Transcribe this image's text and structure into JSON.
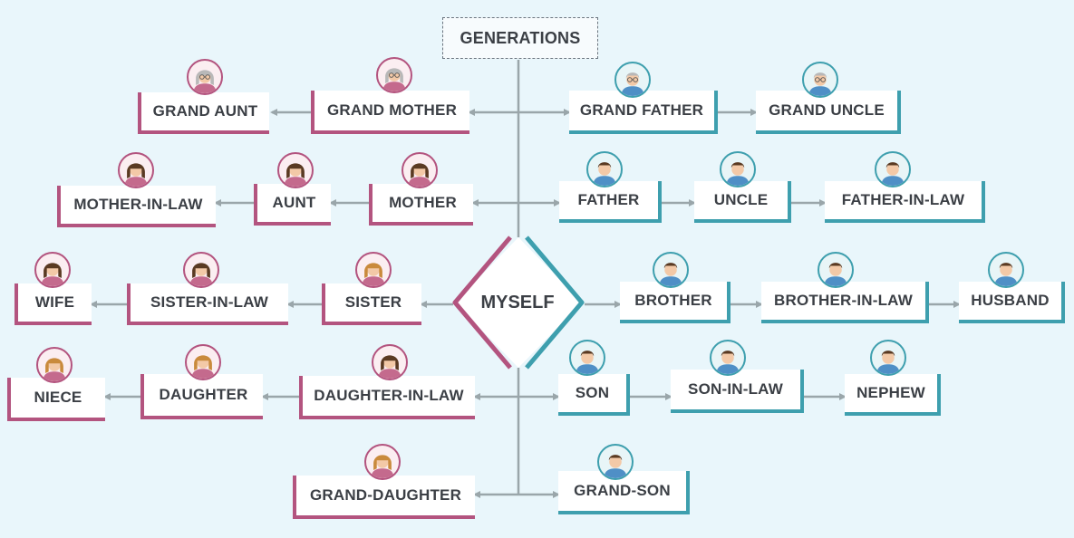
{
  "diagram": {
    "title": "GENERATIONS",
    "center": "MYSELF",
    "colors": {
      "female": "#b3547f",
      "male": "#3e9fae",
      "line": "#9aa6aa",
      "background": "#e9f6fb"
    },
    "nodes": {
      "grand_aunt": {
        "label": "GRAND AUNT",
        "gender": "female",
        "icon": "elderly-woman-icon"
      },
      "grand_mother": {
        "label": "GRAND MOTHER",
        "gender": "female",
        "icon": "elderly-woman-icon"
      },
      "grand_father": {
        "label": "GRAND FATHER",
        "gender": "male",
        "icon": "elderly-man-icon"
      },
      "grand_uncle": {
        "label": "GRAND UNCLE",
        "gender": "male",
        "icon": "elderly-man-icon"
      },
      "mother_in_law": {
        "label": "MOTHER-IN-LAW",
        "gender": "female",
        "icon": "woman-icon"
      },
      "aunt": {
        "label": "AUNT",
        "gender": "female",
        "icon": "woman-icon"
      },
      "mother": {
        "label": "MOTHER",
        "gender": "female",
        "icon": "woman-icon"
      },
      "father": {
        "label": "FATHER",
        "gender": "male",
        "icon": "man-icon"
      },
      "uncle": {
        "label": "UNCLE",
        "gender": "male",
        "icon": "man-icon"
      },
      "father_in_law": {
        "label": "FATHER-IN-LAW",
        "gender": "male",
        "icon": "man-icon"
      },
      "wife": {
        "label": "WIFE",
        "gender": "female",
        "icon": "woman-icon"
      },
      "sister_in_law": {
        "label": "SISTER-IN-LAW",
        "gender": "female",
        "icon": "woman-icon"
      },
      "sister": {
        "label": "SISTER",
        "gender": "female",
        "icon": "girl-icon"
      },
      "brother": {
        "label": "BROTHER",
        "gender": "male",
        "icon": "man-icon"
      },
      "brother_in_law": {
        "label": "BROTHER-IN-LAW",
        "gender": "male",
        "icon": "man-icon"
      },
      "husband": {
        "label": "HUSBAND",
        "gender": "male",
        "icon": "man-icon"
      },
      "niece": {
        "label": "NIECE",
        "gender": "female",
        "icon": "girl-icon"
      },
      "daughter": {
        "label": "DAUGHTER",
        "gender": "female",
        "icon": "girl-icon"
      },
      "daughter_in_law": {
        "label": "DAUGHTER-IN-LAW",
        "gender": "female",
        "icon": "woman-icon"
      },
      "son": {
        "label": "SON",
        "gender": "male",
        "icon": "boy-icon"
      },
      "son_in_law": {
        "label": "SON-IN-LAW",
        "gender": "male",
        "icon": "boy-icon"
      },
      "nephew": {
        "label": "NEPHEW",
        "gender": "male",
        "icon": "boy-icon"
      },
      "grand_daughter": {
        "label": "GRAND-DAUGHTER",
        "gender": "female",
        "icon": "girl-icon"
      },
      "grand_son": {
        "label": "GRAND-SON",
        "gender": "male",
        "icon": "boy-icon"
      }
    }
  }
}
